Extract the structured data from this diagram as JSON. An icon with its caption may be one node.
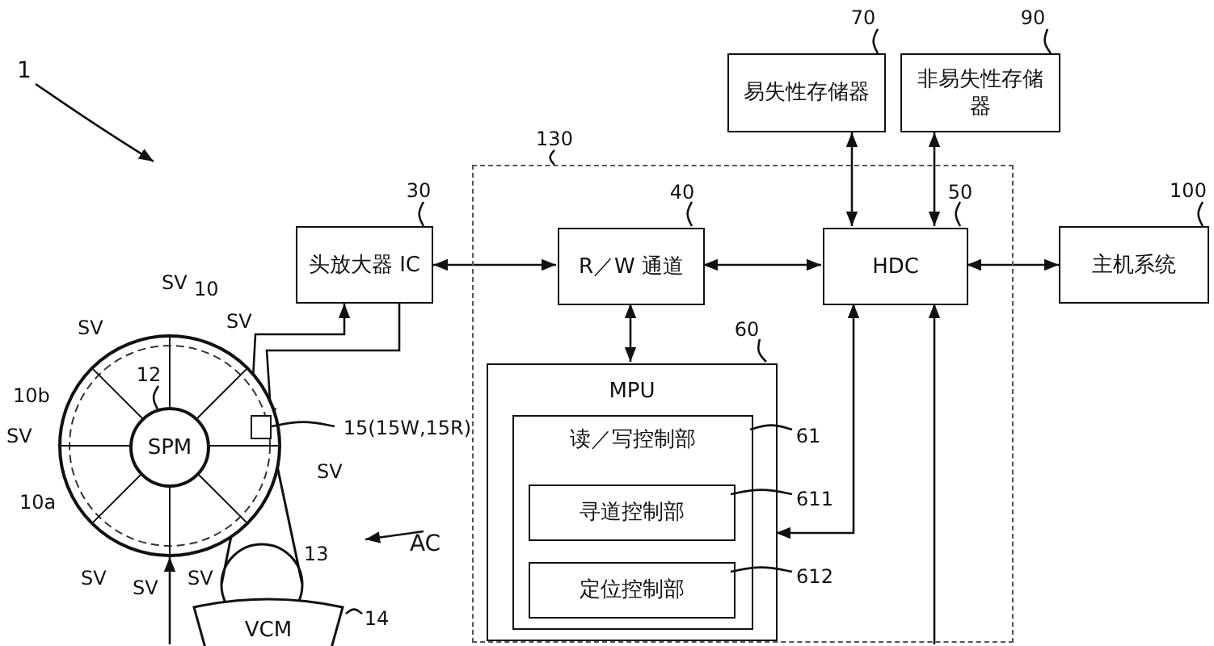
{
  "diagram": {
    "nodes": [
      {
        "text": [
          "1"
        ]
      },
      {
        "text": [
          "头放大器 IC"
        ]
      },
      {
        "text": [],
        "shape": "box"
      },
      {
        "text": [
          "R／W 通道"
        ],
        "in": 2
      },
      {
        "text": [
          "HDC"
        ],
        "in": 2
      },
      {
        "text": [
          "易失性存储器"
        ]
      },
      {
        "text": [
          "非易失性存储器"
        ]
      },
      {
        "text": [
          "主机系统"
        ]
      },
      {
        "text": [
          "MPU"
        ],
        "in": 2
      },
      {
        "text": [
          "读／写控制部"
        ],
        "in": 8
      },
      {
        "text": [
          "寻道控制部"
        ],
        "in": 9
      },
      {
        "text": [
          "定位控制部"
        ],
        "in": 9
      },
      {
        "text": [],
        "shape": "circle"
      },
      {
        "text": [
          "SPM"
        ],
        "in": 12
      },
      {
        "text": [],
        "shape": "box",
        "in": 12
      },
      {
        "text": [
          "AC"
        ]
      },
      {
        "text": [
          "VCM"
        ]
      },
      {
        "text": [
          "30"
        ]
      },
      {
        "text": [
          "130"
        ]
      },
      {
        "text": [
          "40"
        ],
        "in": 2
      },
      {
        "text": [
          "50"
        ],
        "in": 2
      },
      {
        "text": [
          "70"
        ]
      },
      {
        "text": [
          "90"
        ]
      },
      {
        "text": [
          "100"
        ]
      },
      {
        "text": [
          "60"
        ],
        "in": 2
      },
      {
        "text": [
          "61"
        ],
        "in": 2
      },
      {
        "text": [
          "611"
        ],
        "in": 2
      },
      {
        "text": [
          "612"
        ],
        "in": 2
      },
      {
        "text": [
          "12"
        ],
        "in": 12
      },
      {
        "text": [
          "15(15W,15R)"
        ]
      },
      {
        "text": [
          "14"
        ]
      }
    ],
    "edges": [
      {
        "from": 0,
        "to": null,
        "arrow": "to"
      },
      {
        "from": 14,
        "to": 1,
        "arrow": "to"
      },
      {
        "from": 1,
        "to": 14,
        "arrow": "to"
      },
      {
        "from": 1,
        "to": 3,
        "arrow": "both"
      },
      {
        "from": 3,
        "to": 4,
        "arrow": "both"
      },
      {
        "from": 4,
        "to": 5,
        "arrow": "both"
      },
      {
        "from": 4,
        "to": 6,
        "arrow": "both"
      },
      {
        "from": 4,
        "to": 7,
        "arrow": "both"
      },
      {
        "from": 3,
        "to": 8,
        "arrow": "both"
      },
      {
        "from": 4,
        "to": 8,
        "arrow": "both"
      },
      {
        "from": null,
        "to": 4,
        "arrow": "to"
      },
      {
        "from": null,
        "to": 12,
        "arrow": "to"
      },
      {
        "from": 15,
        "to": null,
        "arrow": "to"
      },
      {
        "from": 17,
        "to": 1,
        "arrow": "none"
      },
      {
        "from": 18,
        "to": 2,
        "arrow": "none"
      },
      {
        "from": 19,
        "to": 3,
        "arrow": "none"
      },
      {
        "from": 20,
        "to": 4,
        "arrow": "none"
      },
      {
        "from": 21,
        "to": 5,
        "arrow": "none"
      },
      {
        "from": 22,
        "to": 6,
        "arrow": "none"
      },
      {
        "from": 23,
        "to": 7,
        "arrow": "none"
      },
      {
        "from": 24,
        "to": 8,
        "arrow": "none"
      },
      {
        "from": 25,
        "to": 9,
        "arrow": "none"
      },
      {
        "from": 26,
        "to": 10,
        "arrow": "none"
      },
      {
        "from": 27,
        "to": 11,
        "arrow": "none"
      },
      {
        "from": 28,
        "to": 13,
        "arrow": "none"
      },
      {
        "from": 29,
        "to": 14,
        "arrow": "none"
      },
      {
        "from": 30,
        "to": 16,
        "arrow": "none"
      }
    ],
    "labels": [
      "SV",
      "10",
      "SV",
      "SV",
      "10b",
      "SV",
      "SV",
      "10a",
      "SV",
      "SV",
      "SV",
      "13"
    ]
  }
}
